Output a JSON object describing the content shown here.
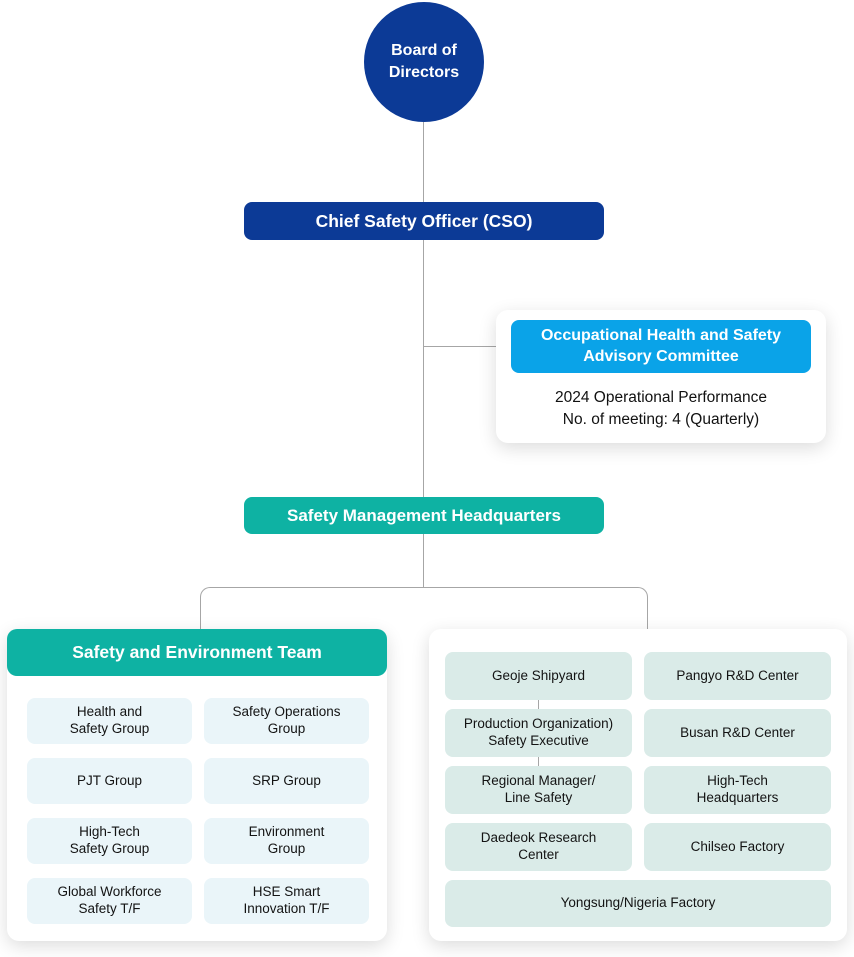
{
  "colors": {
    "dark-blue": "#0C3A96",
    "sky-blue": "#0AA3E8",
    "teal": "#0EB2A3",
    "pale-blue": "#EAF5F9",
    "pale-teal": "#DAEBE8"
  },
  "org": {
    "board": "Board of\nDirectors",
    "cso": "Chief Safety Officer (CSO)",
    "committee": {
      "title": "Occupational Health and Safety\nAdvisory Committee",
      "note_line1": "2024 Operational Performance",
      "note_line2": "No. of meeting: 4 (Quarterly)"
    },
    "headquarters": "Safety Management Headquarters",
    "team": {
      "title": "Safety and Environment Team",
      "groups": [
        "Health and\nSafety Group",
        "Safety Operations\nGroup",
        "PJT Group",
        "SRP Group",
        "High-Tech\nSafety Group",
        "Environment\nGroup",
        "Global Workforce\nSafety T/F",
        "HSE Smart\nInnovation T/F"
      ]
    },
    "sites": {
      "row1_left": "Geoje Shipyard",
      "row1_right": "Pangyo R&D Center",
      "row2_left": "Production Organization)\nSafety Executive",
      "row2_right": "Busan R&D Center",
      "row3_left": "Regional Manager/\nLine Safety",
      "row3_right": "High-Tech\nHeadquarters",
      "row4_left": "Daedeok Research\nCenter",
      "row4_right": "Chilseo Factory",
      "bottom": "Yongsung/Nigeria Factory"
    }
  }
}
